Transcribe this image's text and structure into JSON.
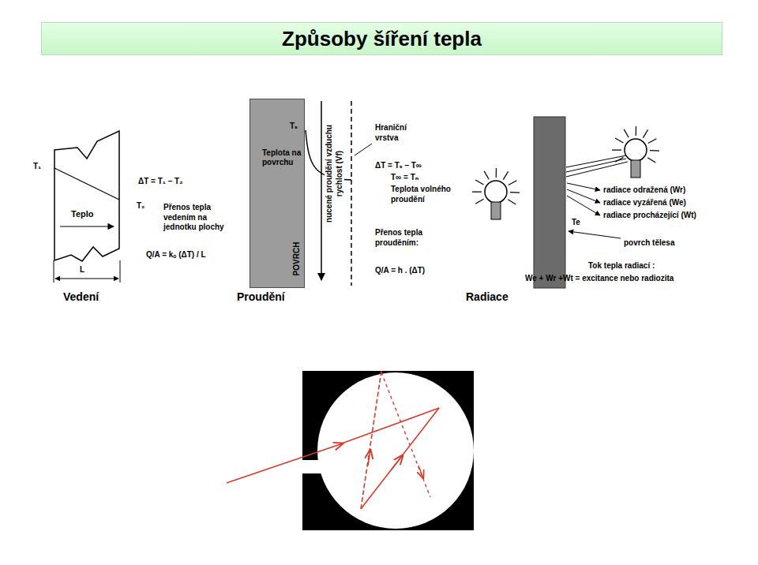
{
  "diagram": {
    "title": "Způsoby šíření tepla",
    "nodes": [
      {
        "text": [
          "Teplo"
        ]
      },
      {
        "text": [
          "Tₛ",
          "Teplota na povrchu",
          "POVRCH"
        ]
      }
    ],
    "labels": [
      "T₁",
      "ΔT = T₁ – T₂",
      "T₂",
      "Přenos tepla vedením na jednotku plochy",
      "Q/A = kₒ (ΔT) / L",
      "L",
      "Vedení",
      "nucené proudění vzduchu rychlost (Vf)",
      "Hraniční vrstva",
      "ΔT = Tₛ – T∞",
      "T∞ = Tₙ",
      "Teplota volného proudění",
      "Přenos tepla prouděním:",
      "Q/A = h . (ΔT)",
      "Proudění",
      "radiace odražená (Wr)",
      "radiace vyzářená (We)",
      "radiace procházející (Wt)",
      "Te",
      "povrch tělesa",
      "Tok tepla radiací :",
      "We + Wr +Wt = excitance nebo radiozita",
      "Radiace"
    ]
  }
}
